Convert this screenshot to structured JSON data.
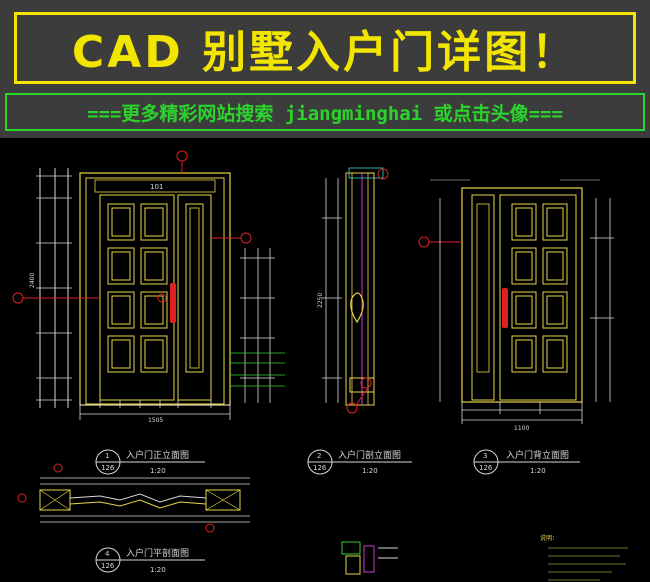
{
  "banner": {
    "title": "CAD 别墅入户门详图！",
    "subtitle": "===更多精彩网站搜索 jiangminghai 或点击头像==="
  },
  "views": [
    {
      "num": "1",
      "scale_ref": "126",
      "name": "入户门正立面图",
      "scale": "1:20"
    },
    {
      "num": "2",
      "scale_ref": "126",
      "name": "入户门剖立面图",
      "scale": "1:20"
    },
    {
      "num": "3",
      "scale_ref": "126",
      "name": "入户门背立面图",
      "scale": "1:20"
    },
    {
      "num": "4",
      "scale_ref": "126",
      "name": "入户门平剖面图",
      "scale": "1:20"
    }
  ],
  "labels": {
    "door_number": "101",
    "front_width": "1505",
    "front_height": "2400",
    "back_width": "1100",
    "section_height": "2250",
    "notes_title": "说明："
  },
  "colors": {
    "banner_bg": "#3c3c3c",
    "title": "#f2e600",
    "subtitle": "#2bd42b",
    "cad_bg": "#000000",
    "line_yellow": "#e6d64a",
    "line_white": "#d8d8d8",
    "line_red": "#e02020",
    "line_green": "#2fd12f",
    "line_magenta": "#d23ad2",
    "line_cyan": "#3ad2d2"
  }
}
